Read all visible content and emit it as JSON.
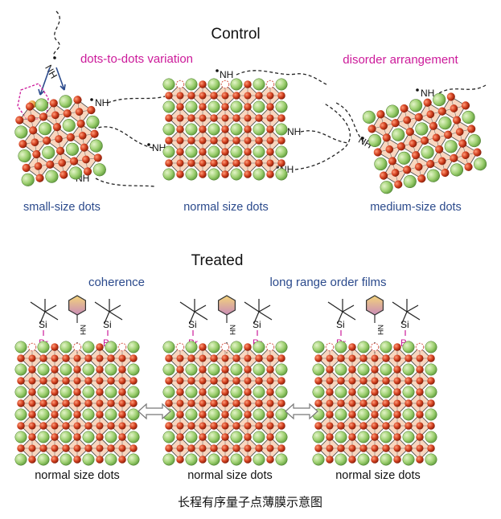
{
  "control": {
    "title": "Control",
    "annotations": {
      "variation": "dots-to-dots variation",
      "disorder": "disorder arrangement"
    },
    "ligand_label": "NH",
    "captions": {
      "small": "small-size dots",
      "normal": "normal size dots",
      "medium": "medium-size dots"
    }
  },
  "treated": {
    "title": "Treated",
    "annotations": {
      "coherence": "coherence",
      "long_range": "long range order films"
    },
    "ligand_label": "NH",
    "si_label": "Si",
    "br_label": "Br",
    "captions": {
      "left": "normal size dots",
      "middle": "normal size dots",
      "right": "normal size dots"
    }
  },
  "figure_caption": "长程有序量子点薄膜示意图",
  "colors": {
    "green": "#9ccf6f",
    "red": "#c8391d",
    "octahedron": "#e8a070",
    "magenta": "#cc1a9a",
    "navy": "#2b4a8c",
    "gold": "#e0b55a"
  }
}
